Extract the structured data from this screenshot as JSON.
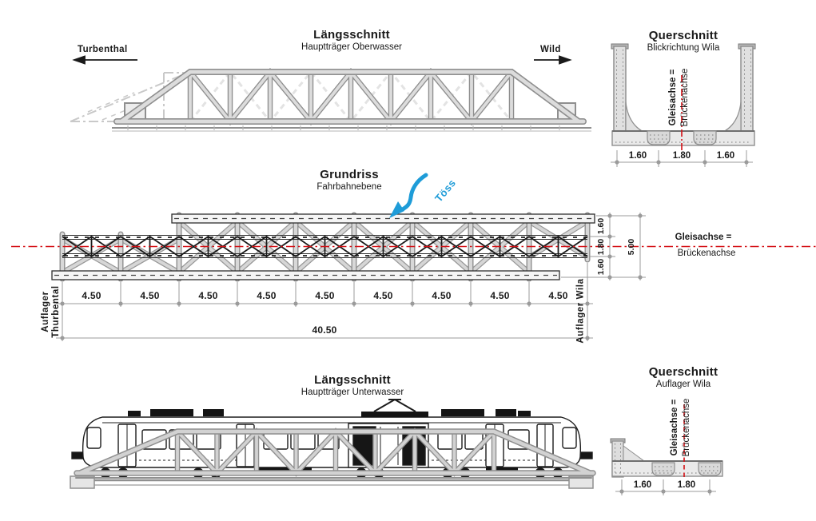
{
  "colors": {
    "axis_red": "#d40f14",
    "river_blue": "#1e9cd8",
    "truss_fill": "#dcdcdc",
    "truss_outline": "#8f8f8f",
    "dim_gray": "#9b9b9b",
    "text": "#1a1a1a"
  },
  "views": {
    "elevation_top": {
      "title": "Längsschnitt",
      "subtitle": "Hauptträger Oberwasser",
      "direction_left": "Turbenthal",
      "direction_right": "Wild"
    },
    "section_top": {
      "title": "Querschnitt",
      "subtitle": "Blickrichtung Wila",
      "axis_label_bold": "Gleisachse =",
      "axis_label": "Brückenachse",
      "dims": [
        "1.60",
        "1.80",
        "1.60"
      ]
    },
    "plan": {
      "title": "Grundriss",
      "subtitle": "Fahrbahnebene",
      "river": "Töss",
      "support_left_line1": "Auflager",
      "support_left_line2": "Thurbental",
      "support_right": "Auflager Wila",
      "panel_dims": [
        "4.50",
        "4.50",
        "4.50",
        "4.50",
        "4.50",
        "4.50",
        "4.50",
        "4.50",
        "4.50"
      ],
      "total_dim": "40.50",
      "width_dims": [
        "1.60",
        "1.80",
        "1.60"
      ],
      "width_total": "5.00",
      "axis_label_bold": "Gleisachse =",
      "axis_label": "Brückenachse"
    },
    "elevation_bottom": {
      "title": "Längsschnitt",
      "subtitle": "Hauptträger Unterwasser"
    },
    "section_bottom": {
      "title": "Querschnitt",
      "subtitle": "Auflager Wila",
      "axis_label_bold": "Gleisachse =",
      "axis_label": "Brückenachse",
      "dims": [
        "1.60",
        "1.80"
      ]
    }
  }
}
